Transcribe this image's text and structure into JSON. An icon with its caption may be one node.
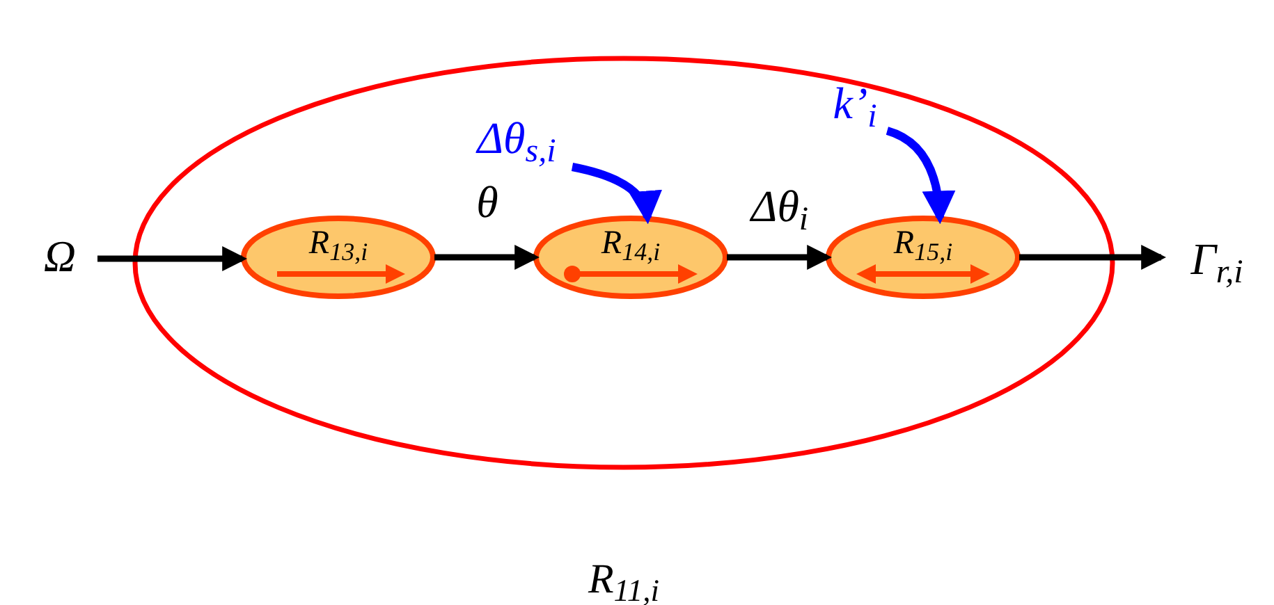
{
  "diagram": {
    "nodes": [
      {
        "text": [
          "R$_{11,i}$"
        ]
      },
      {
        "text": [
          "Ω"
        ]
      },
      {
        "text": [
          "R$_{13,i}$"
        ],
        "in": 0
      },
      {
        "text": [
          "Δθ$_{s,i}$"
        ],
        "in": 0
      },
      {
        "text": [
          "R$_{14,i}$"
        ],
        "in": 0
      },
      {
        "text": [
          "k’$_{i}$"
        ],
        "in": 0
      },
      {
        "text": [
          "R$_{15,i}$"
        ],
        "in": 0
      },
      {
        "text": [
          "Γ$_{r,i}$"
        ]
      }
    ],
    "edges": [
      {
        "from": 1,
        "to": 2,
        "arrow": "to"
      },
      {
        "from": 2,
        "to": 4,
        "arrow": "to",
        "label": "θ"
      },
      {
        "from": 4,
        "to": 6,
        "arrow": "to",
        "label": "Δθ$_{i}$"
      },
      {
        "from": 6,
        "to": 7,
        "arrow": "to"
      },
      {
        "from": 3,
        "to": 4,
        "arrow": "to",
        "color": "#0000ff"
      },
      {
        "from": 5,
        "to": 6,
        "arrow": "to",
        "color": "#0000ff"
      }
    ]
  }
}
